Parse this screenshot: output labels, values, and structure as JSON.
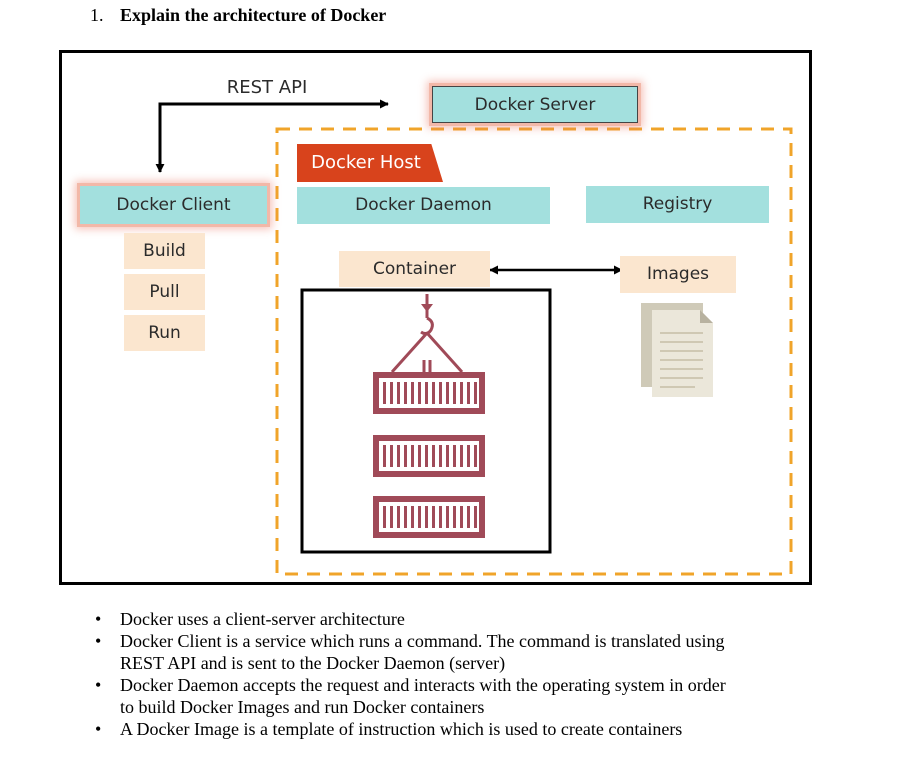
{
  "heading": {
    "number": "1.",
    "text": "Explain the architecture of Docker"
  },
  "diagram": {
    "rest_api": "REST API",
    "docker_server": "Docker Server",
    "docker_host": "Docker Host",
    "docker_client": "Docker Client",
    "docker_daemon": "Docker Daemon",
    "registry": "Registry",
    "commands": [
      "Build",
      "Pull",
      "Run"
    ],
    "container": "Container",
    "images": "Images",
    "colors": {
      "teal": "#a3e0de",
      "peach": "#fbe6cf",
      "host_red": "#d8431c",
      "dashed_orange": "#f0a42a",
      "container_maroon": "#a04a58"
    }
  },
  "bullets": [
    [
      "Docker uses a client-server architecture"
    ],
    [
      "Docker Client is a service which runs a command. The command is translated using",
      "REST API and is sent to the Docker Daemon (server)"
    ],
    [
      "Docker Daemon accepts the request and interacts with the operating system in order",
      "to build Docker Images and run Docker containers"
    ],
    [
      "A Docker Image is a template of instruction which is used to create containers"
    ]
  ]
}
